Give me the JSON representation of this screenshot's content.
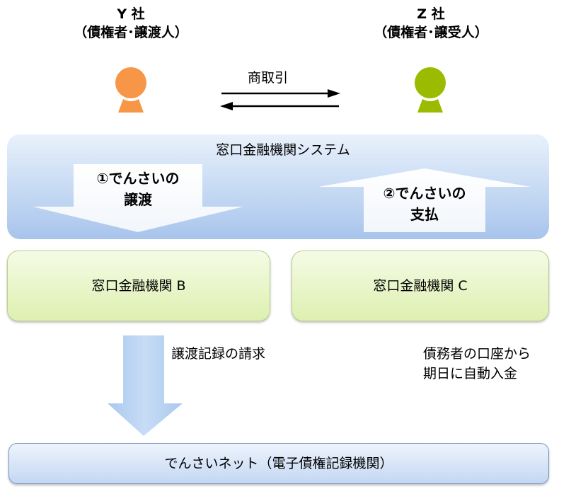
{
  "parties": {
    "y": {
      "name": "Y 社",
      "role": "（債権者･譲渡人）",
      "color": "#f79646"
    },
    "z": {
      "name": "Z 社",
      "role": "（債権者･譲受人）",
      "color": "#9bbb00"
    }
  },
  "trade_label": "商取引",
  "system": {
    "title": "窓口金融機関システム",
    "step1": {
      "line1": "①でんさいの",
      "line2": "譲渡"
    },
    "step2": {
      "line1": "②でんさいの",
      "line2": "支払"
    }
  },
  "banks": {
    "b": "窓口金融機関 B",
    "c": "窓口金融機関 C"
  },
  "request_label": "譲渡記録の請求",
  "payment_note": {
    "line1": "債務者の口座から",
    "line2": "期日に自動入金"
  },
  "network_label": "でんさいネット（電子債権記録機関）"
}
